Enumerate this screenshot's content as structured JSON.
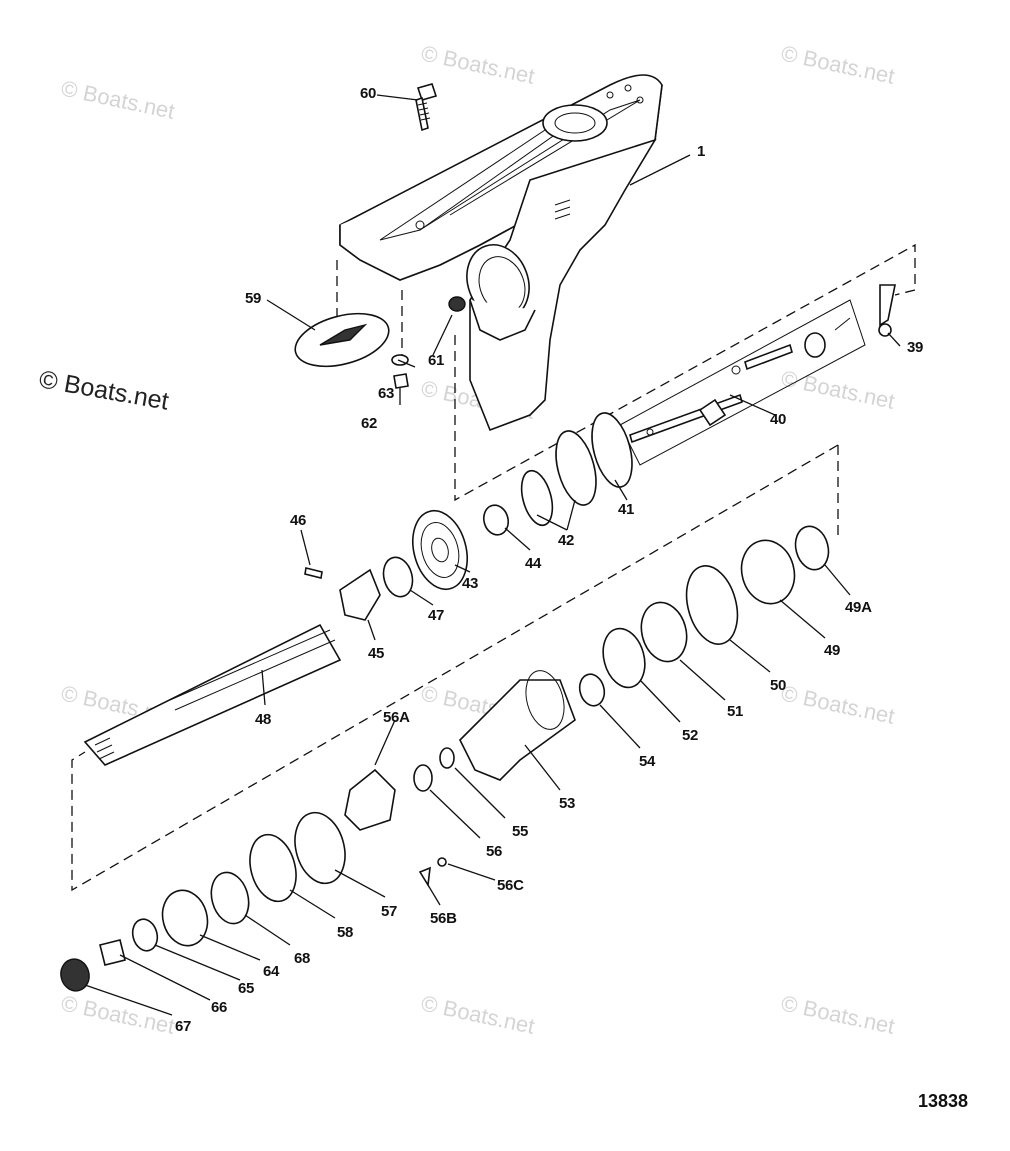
{
  "watermark": {
    "text": "© Boats.net",
    "main_text": "© Boats.net"
  },
  "figure_number": "13838",
  "part_labels": [
    "1",
    "39",
    "40",
    "41",
    "42",
    "43",
    "44",
    "45",
    "46",
    "47",
    "48",
    "49",
    "49A",
    "50",
    "51",
    "52",
    "53",
    "54",
    "55",
    "56",
    "56A",
    "56B",
    "56C",
    "57",
    "58",
    "59",
    "60",
    "61",
    "62",
    "63",
    "64",
    "65",
    "66",
    "67",
    "68"
  ]
}
